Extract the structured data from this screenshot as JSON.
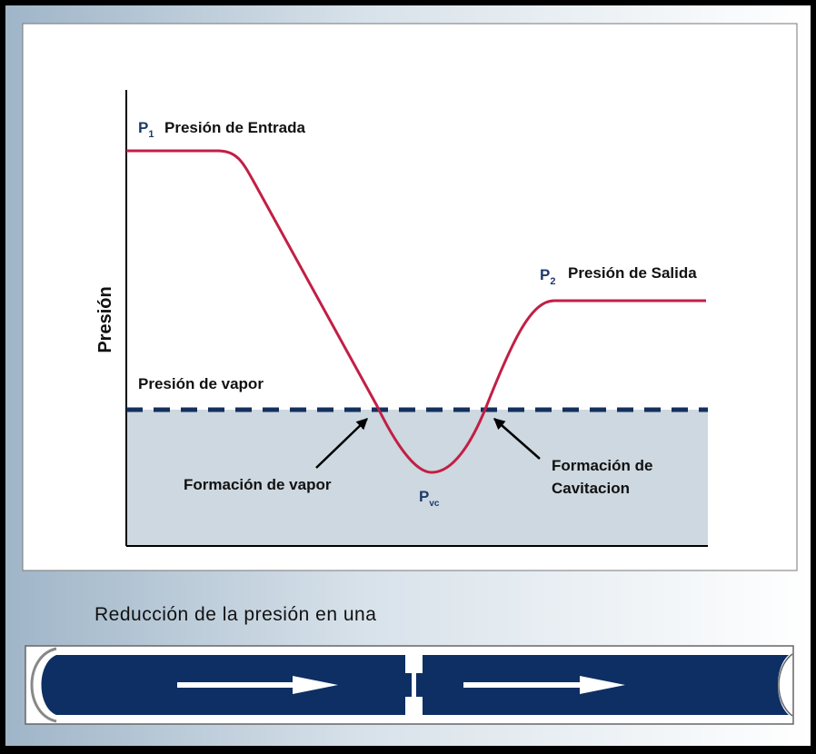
{
  "diagram": {
    "y_axis_label": "Presión",
    "p1": {
      "symbol": "P",
      "subscript": "1",
      "text": "Presión de Entrada"
    },
    "p2": {
      "symbol": "P",
      "subscript": "2",
      "text": "Presión de Salida"
    },
    "vapor_pressure_label": "Presión de vapor",
    "vapor_formation_label": "Formación de vapor",
    "cavitation_label_line1": "Formación de",
    "cavitation_label_line2": "Cavitacion",
    "pvc": {
      "symbol": "P",
      "subscript": "vc"
    }
  },
  "caption": "Reducción de la presión en una",
  "colors": {
    "pressure_curve": "#c21f45",
    "vapor_line": "#14305e",
    "below_vapor_fill": "#cdd8e0",
    "pipe": "#0d2f63",
    "flow_arrow": "#ffffff",
    "frame_background": "#ffffff",
    "panel_gradient_left": "#9fb5c8",
    "panel_gradient_right": "#ffffff",
    "label_blue": "#1f3a6b"
  }
}
